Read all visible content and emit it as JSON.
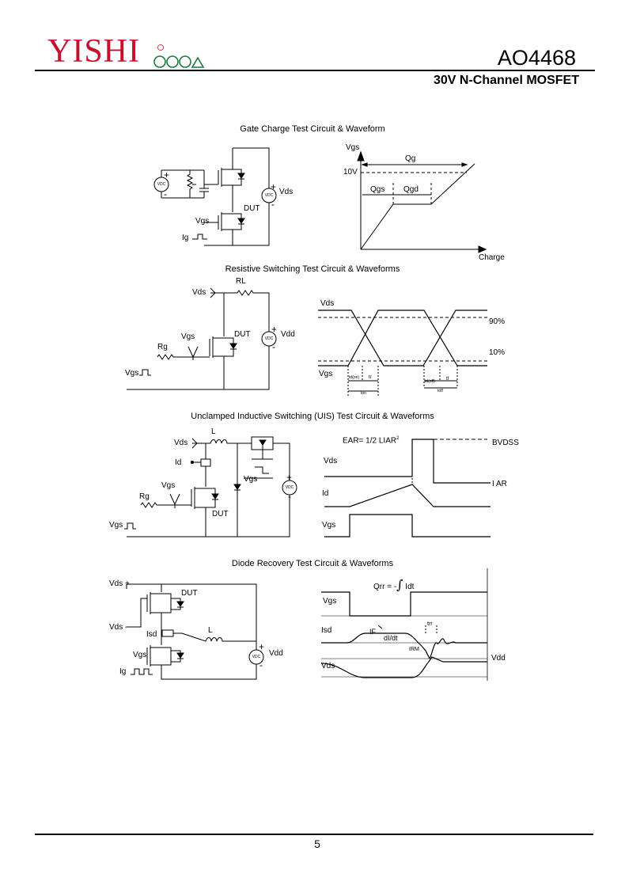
{
  "header": {
    "brand": "YISHI",
    "part_number": "AO4468",
    "subtitle": "30V  N-Channel   MOSFET"
  },
  "sections": {
    "gate_charge": {
      "title": "Gate Charge Test Circuit & Waveform",
      "vdc": "VDC",
      "vds": "Vds",
      "dut": "DUT",
      "vgs": "Vgs",
      "ig": "Ig",
      "plus": "+",
      "minus": "-",
      "wave_vgs": "Vgs",
      "qg": "Qg",
      "v10": "10V",
      "qgs": "Qgs",
      "qgd": "Qgd",
      "charge": "Charge"
    },
    "resistive": {
      "title": "Resistive Switching Test Circuit & Waveforms",
      "rl": "RL",
      "vds": "Vds",
      "dut": "DUT",
      "vgs": "Vgs",
      "rg": "Rg",
      "vgs_in": "Vgs",
      "vdd": "Vdd",
      "vdc": "VDC",
      "plus": "+",
      "minus": "-",
      "wave_vds": "Vds",
      "wave_vgs": "Vgs",
      "p90": "90%",
      "p10": "10%",
      "td_on": "td(on)",
      "tr": "tr",
      "ton": "ton",
      "td_off": "td(off)",
      "tf": "tf",
      "toff": "toff"
    },
    "uis": {
      "title": "Unclamped Inductive Switching (UIS) Test Circuit & Waveforms",
      "vds": "Vds",
      "l": "L",
      "id": "Id",
      "vgs": "Vgs",
      "rg": "Rg",
      "dut": "DUT",
      "vgs_in": "Vgs",
      "vgs_ctrl": "Vgs",
      "vdc": "VDC",
      "plus": "+",
      "minus": "-",
      "ear": "EAR= 1/2 LIAR",
      "ear_sup": "2",
      "bvdss": "BVDSS",
      "iar": "I AR",
      "wave_vds": "Vds",
      "wave_id": "Id",
      "wave_vgs": "Vgs"
    },
    "diode": {
      "title": "Diode Recovery Test Circuit & Waveforms",
      "vds_top": "Vds +",
      "dut": "DUT",
      "vds_mid": "Vds -",
      "isd": "Isd",
      "l": "L",
      "vgs": "Vgs",
      "ig": "Ig",
      "vdd": "Vdd",
      "vdc": "VDC",
      "plus": "+",
      "minus": "-",
      "qrr": "Qrr = -",
      "idt": "Idt",
      "wave_vgs": "Vgs",
      "wave_isd": "Isd",
      "if": "IF",
      "didt": "dI/dt",
      "trr": "trr",
      "irm": "IRM",
      "wave_vdd": "Vdd",
      "wave_vds": "Vds"
    }
  },
  "footer": {
    "page_number": "5"
  }
}
